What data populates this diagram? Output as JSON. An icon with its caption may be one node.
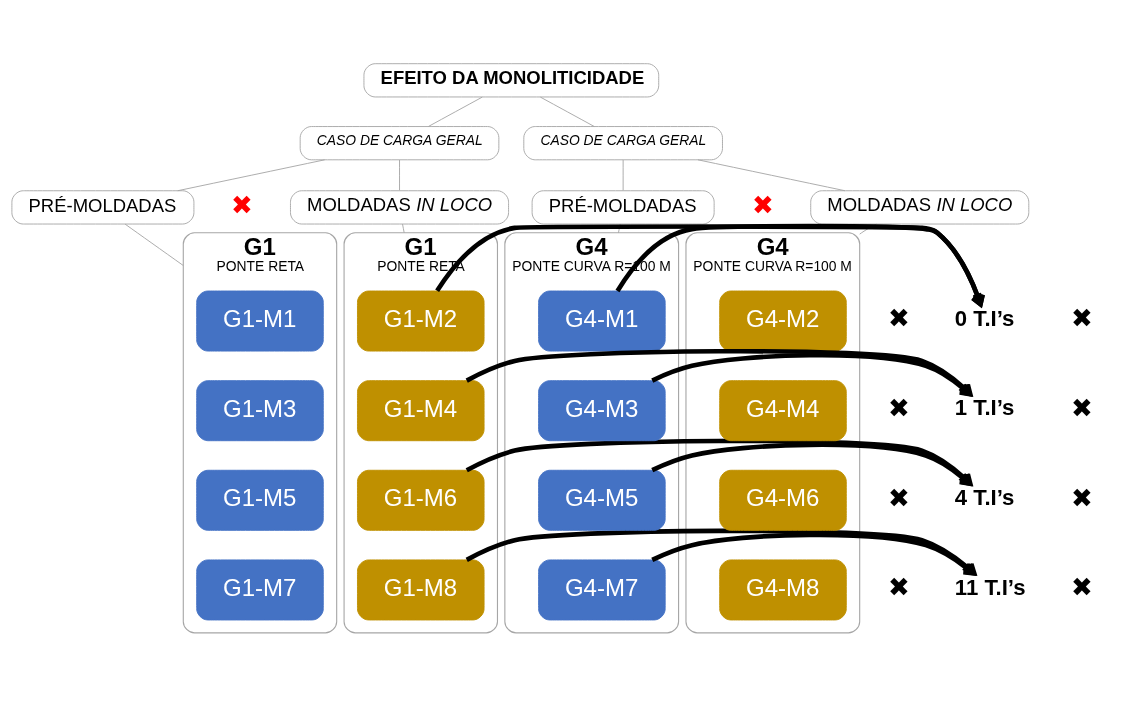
{
  "diagram": {
    "nodes": [
      {
        "text": [
          "EFEITO DA MONOLITICIDADE"
        ]
      },
      {
        "text": [
          "CASO DE CARGA GERAL"
        ]
      },
      {
        "text": [
          "CASO DE CARGA GERAL"
        ]
      },
      {
        "text": [
          "PRÉ-MOLDADAS"
        ]
      },
      {
        "text": [
          "✖"
        ]
      },
      {
        "text": [
          "MOLDADAS *IN LOCO*"
        ]
      },
      {
        "text": [
          "PRÉ-MOLDADAS"
        ]
      },
      {
        "text": [
          "✖"
        ]
      },
      {
        "text": [
          "MOLDADAS *IN LOCO*"
        ]
      },
      {
        "text": [
          "G1",
          "PONTE RETA"
        ]
      },
      {
        "text": [
          "G1-M1"
        ],
        "in": 9
      },
      {
        "text": [
          "G1-M3"
        ],
        "in": 9
      },
      {
        "text": [
          "G1-M5"
        ],
        "in": 9
      },
      {
        "text": [
          "G1-M7"
        ],
        "in": 9
      },
      {
        "text": [
          "G1",
          "PONTE RETA"
        ]
      },
      {
        "text": [
          "G1-M2"
        ],
        "in": 14
      },
      {
        "text": [
          "G1-M4"
        ],
        "in": 14
      },
      {
        "text": [
          "G1-M6"
        ],
        "in": 14
      },
      {
        "text": [
          "G1-M8"
        ],
        "in": 14
      },
      {
        "text": [
          "G4",
          "PONTE CURVA R=100 M"
        ]
      },
      {
        "text": [
          "G4-M1"
        ],
        "in": 19
      },
      {
        "text": [
          "G4-M3"
        ],
        "in": 19
      },
      {
        "text": [
          "G4-M5"
        ],
        "in": 19
      },
      {
        "text": [
          "G4-M7"
        ],
        "in": 19
      },
      {
        "text": [
          "G4",
          "PONTE CURVA R=100 M"
        ]
      },
      {
        "text": [
          "G4-M2"
        ],
        "in": 24
      },
      {
        "text": [
          "G4-M4"
        ],
        "in": 24
      },
      {
        "text": [
          "G4-M6"
        ],
        "in": 24
      },
      {
        "text": [
          "G4-M8"
        ],
        "in": 24
      },
      {
        "text": [
          "0 T.I’s"
        ]
      },
      {
        "text": [
          "1 T.I’s"
        ]
      },
      {
        "text": [
          "4 T.I’s"
        ]
      },
      {
        "text": [
          "11 T.I’s"
        ]
      },
      {
        "text": [
          "✖"
        ]
      },
      {
        "text": [
          "✖"
        ]
      },
      {
        "text": [
          "✖"
        ]
      },
      {
        "text": [
          "✖"
        ]
      },
      {
        "text": [
          "✖"
        ]
      },
      {
        "text": [
          "✖"
        ]
      },
      {
        "text": [
          "✖"
        ]
      },
      {
        "text": [
          "✖"
        ]
      }
    ],
    "edges": [
      {
        "from": 0,
        "to": 1,
        "arrow": "none"
      },
      {
        "from": 0,
        "to": 2,
        "arrow": "none"
      },
      {
        "from": 1,
        "to": 3,
        "arrow": "none"
      },
      {
        "from": 1,
        "to": 5,
        "arrow": "none"
      },
      {
        "from": 2,
        "to": 6,
        "arrow": "none"
      },
      {
        "from": 2,
        "to": 8,
        "arrow": "none"
      },
      {
        "from": 3,
        "to": 9,
        "arrow": "none"
      },
      {
        "from": 5,
        "to": 14,
        "arrow": "none"
      },
      {
        "from": 6,
        "to": 19,
        "arrow": "none"
      },
      {
        "from": 8,
        "to": 24,
        "arrow": "none"
      },
      {
        "from": 15,
        "to": 29,
        "arrow": "to",
        "style": "thick",
        "color": "#000000"
      },
      {
        "from": 20,
        "to": 29,
        "arrow": "to",
        "style": "thick",
        "color": "#000000"
      },
      {
        "from": 16,
        "to": 30,
        "arrow": "to",
        "style": "thick",
        "color": "#000000"
      },
      {
        "from": 21,
        "to": 30,
        "arrow": "to",
        "style": "thick",
        "color": "#000000"
      },
      {
        "from": 17,
        "to": 31,
        "arrow": "to",
        "style": "thick",
        "color": "#000000"
      },
      {
        "from": 22,
        "to": 31,
        "arrow": "to",
        "style": "thick",
        "color": "#000000"
      },
      {
        "from": 18,
        "to": 32,
        "arrow": "to",
        "style": "thick",
        "color": "#000000"
      },
      {
        "from": 23,
        "to": 32,
        "arrow": "to",
        "style": "thick",
        "color": "#000000"
      }
    ]
  }
}
